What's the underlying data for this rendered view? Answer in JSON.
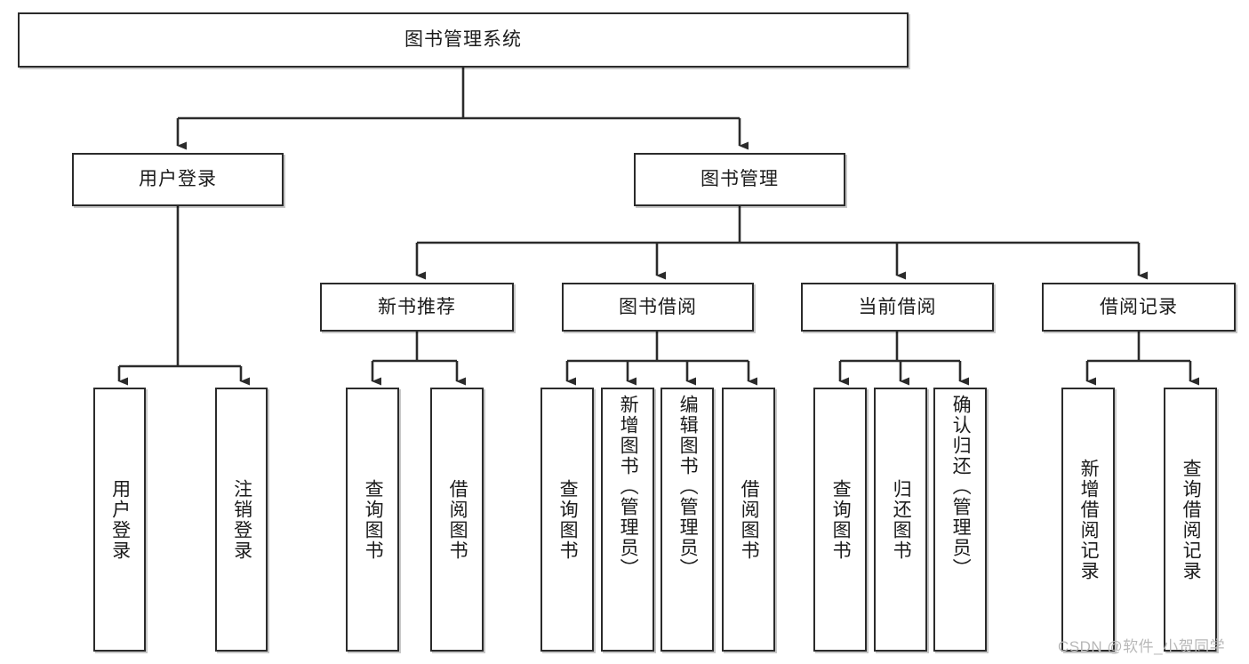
{
  "diagram": {
    "type": "hierarchy-tree",
    "title": "图书管理系统",
    "watermark": "CSDN @软件_小贺同学",
    "colors": {
      "node_border": "#2b2b2b",
      "node_fill": "#ffffff",
      "edge": "#2b2b2b",
      "text": "#1b1b1b",
      "watermark": "#b8b8b8",
      "background": "#ffffff"
    },
    "levels": {
      "root": {
        "label": "图书管理系统"
      },
      "level2": [
        {
          "label": "用户登录"
        },
        {
          "label": "图书管理"
        }
      ],
      "level3": [
        {
          "label": "新书推荐"
        },
        {
          "label": "图书借阅"
        },
        {
          "label": "当前借阅"
        },
        {
          "label": "借阅记录"
        }
      ]
    },
    "leaves": {
      "user_login": [
        {
          "label": "用户登录"
        },
        {
          "label": "注销登录"
        }
      ],
      "new_book_recommend": [
        {
          "label": "查询图书"
        },
        {
          "label": "借阅图书"
        }
      ],
      "book_borrow": [
        {
          "label": "查询图书"
        },
        {
          "label": "新增图书（管理员）"
        },
        {
          "label": "编辑图书（管理员）"
        },
        {
          "label": "借阅图书"
        }
      ],
      "current_borrow": [
        {
          "label": "查询图书"
        },
        {
          "label": "归还图书"
        },
        {
          "label": "确认归还（管理员）"
        }
      ],
      "borrow_record": [
        {
          "label": "新增借阅记录"
        },
        {
          "label": "查询借阅记录"
        }
      ]
    }
  }
}
